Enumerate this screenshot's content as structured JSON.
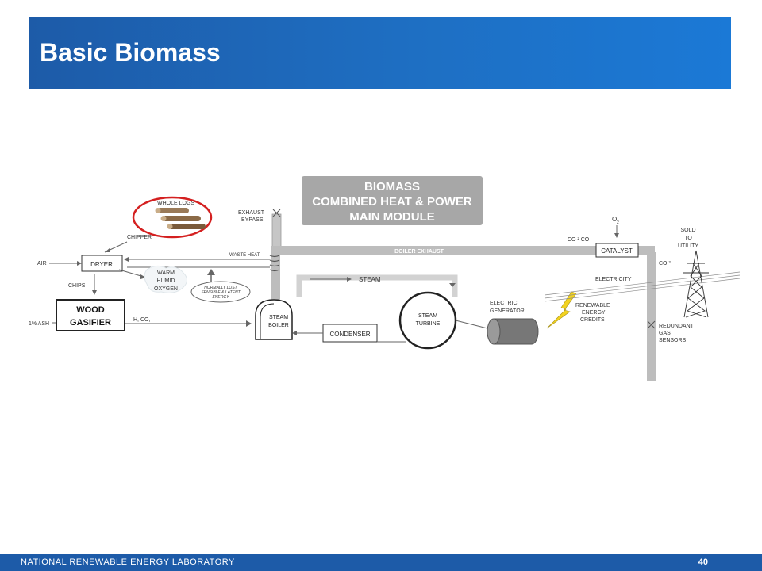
{
  "slide": {
    "title": "Basic Biomass",
    "footer_org": "NATIONAL RENEWABLE ENERGY LABORATORY",
    "page_number": "40"
  },
  "diagram": {
    "module_line1": "BIOMASS",
    "module_line2": "COMBINED HEAT & POWER",
    "module_line3": "MAIN MODULE",
    "whole_logs": "WHOLE LOGS",
    "chipper": "CHIPPER",
    "exhaust": "EXHAUST",
    "bypass": "BYPASS",
    "air": "AIR",
    "dryer": "DRYER",
    "waste_heat": "WASTE HEAT",
    "boiler_exhaust": "BOILER EXHAUST",
    "chips": "CHIPS",
    "warm": "WARM",
    "humid": "HUMID",
    "oxygen": "OXYGEN",
    "lost1": "NORMALLY LOST",
    "lost2": "SENSIBLE & LATENT",
    "lost3": "ENERGY",
    "wood": "WOOD",
    "gasifier": "GASIFIER",
    "ash": "1% ASH",
    "hco": "H, CO,",
    "steam": "STEAM",
    "steam_boiler1": "STEAM",
    "steam_boiler2": "BOILER",
    "condenser": "CONDENSER",
    "steam_turbine1": "STEAM",
    "steam_turbine2": "TURBINE",
    "electric": "ELECTRIC",
    "generator": "GENERATOR",
    "renewable": "RENEWABLE",
    "energy": "ENERGY",
    "credits": "CREDITS",
    "electricity": "ELECTRICITY",
    "o2": "O",
    "o2_sub": "2",
    "co2co": "CO ² CO",
    "catalyst": "CATALYST",
    "co2": "CO ²",
    "sold": "SOLD",
    "to": "TO",
    "utility": "UTILITY",
    "redundant": "REDUNDANT",
    "gas": "GAS",
    "sensors": "SENSORS"
  },
  "colors": {
    "brand_blue": "#1d5ba8",
    "pipe_gray": "#bdbdbd",
    "module_box": "#a7a7a7",
    "highlight_red": "#d42020",
    "log_brown": "#8b6a47",
    "lightning_yellow": "#f2d21f"
  }
}
